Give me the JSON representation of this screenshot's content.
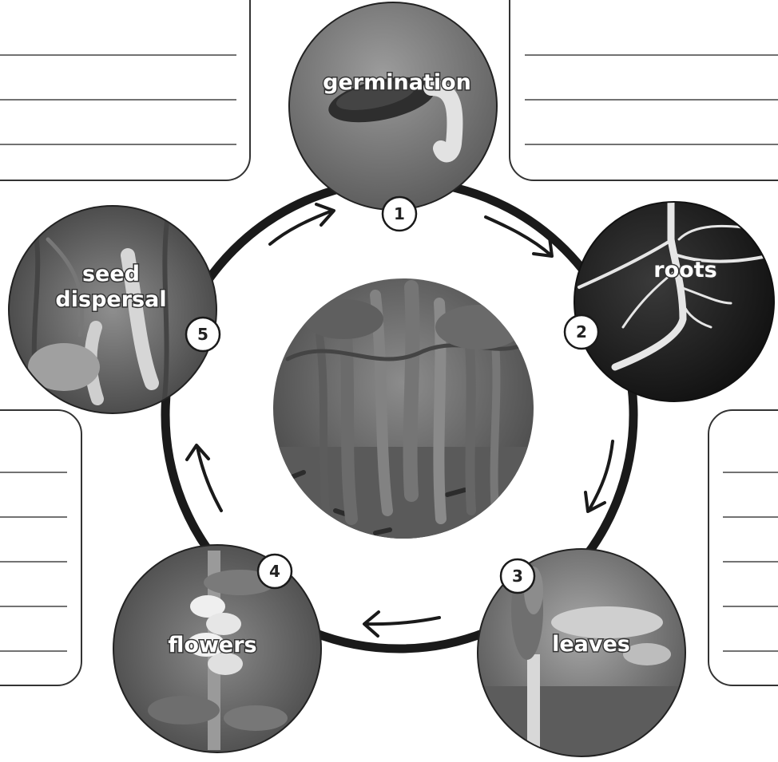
{
  "stages": [
    {
      "number": "1",
      "label_lines": [
        "germination"
      ],
      "photo": "germinating-seed-photo"
    },
    {
      "number": "2",
      "label_lines": [
        "roots"
      ],
      "photo": "roots-photo"
    },
    {
      "number": "3",
      "label_lines": [
        "leaves"
      ],
      "photo": "seedling-leaves-photo"
    },
    {
      "number": "4",
      "label_lines": [
        "flowers"
      ],
      "photo": "flowering-plant-photo"
    },
    {
      "number": "5",
      "label_lines": [
        "seed",
        "dispersal"
      ],
      "photo": "seed-pods-photo"
    }
  ],
  "center_photo": "bean-plants-photo",
  "writing_boxes": 4,
  "colors": {
    "ring": "#1a1a1a",
    "box_border": "#333333",
    "label_fill": "#ffffff"
  }
}
